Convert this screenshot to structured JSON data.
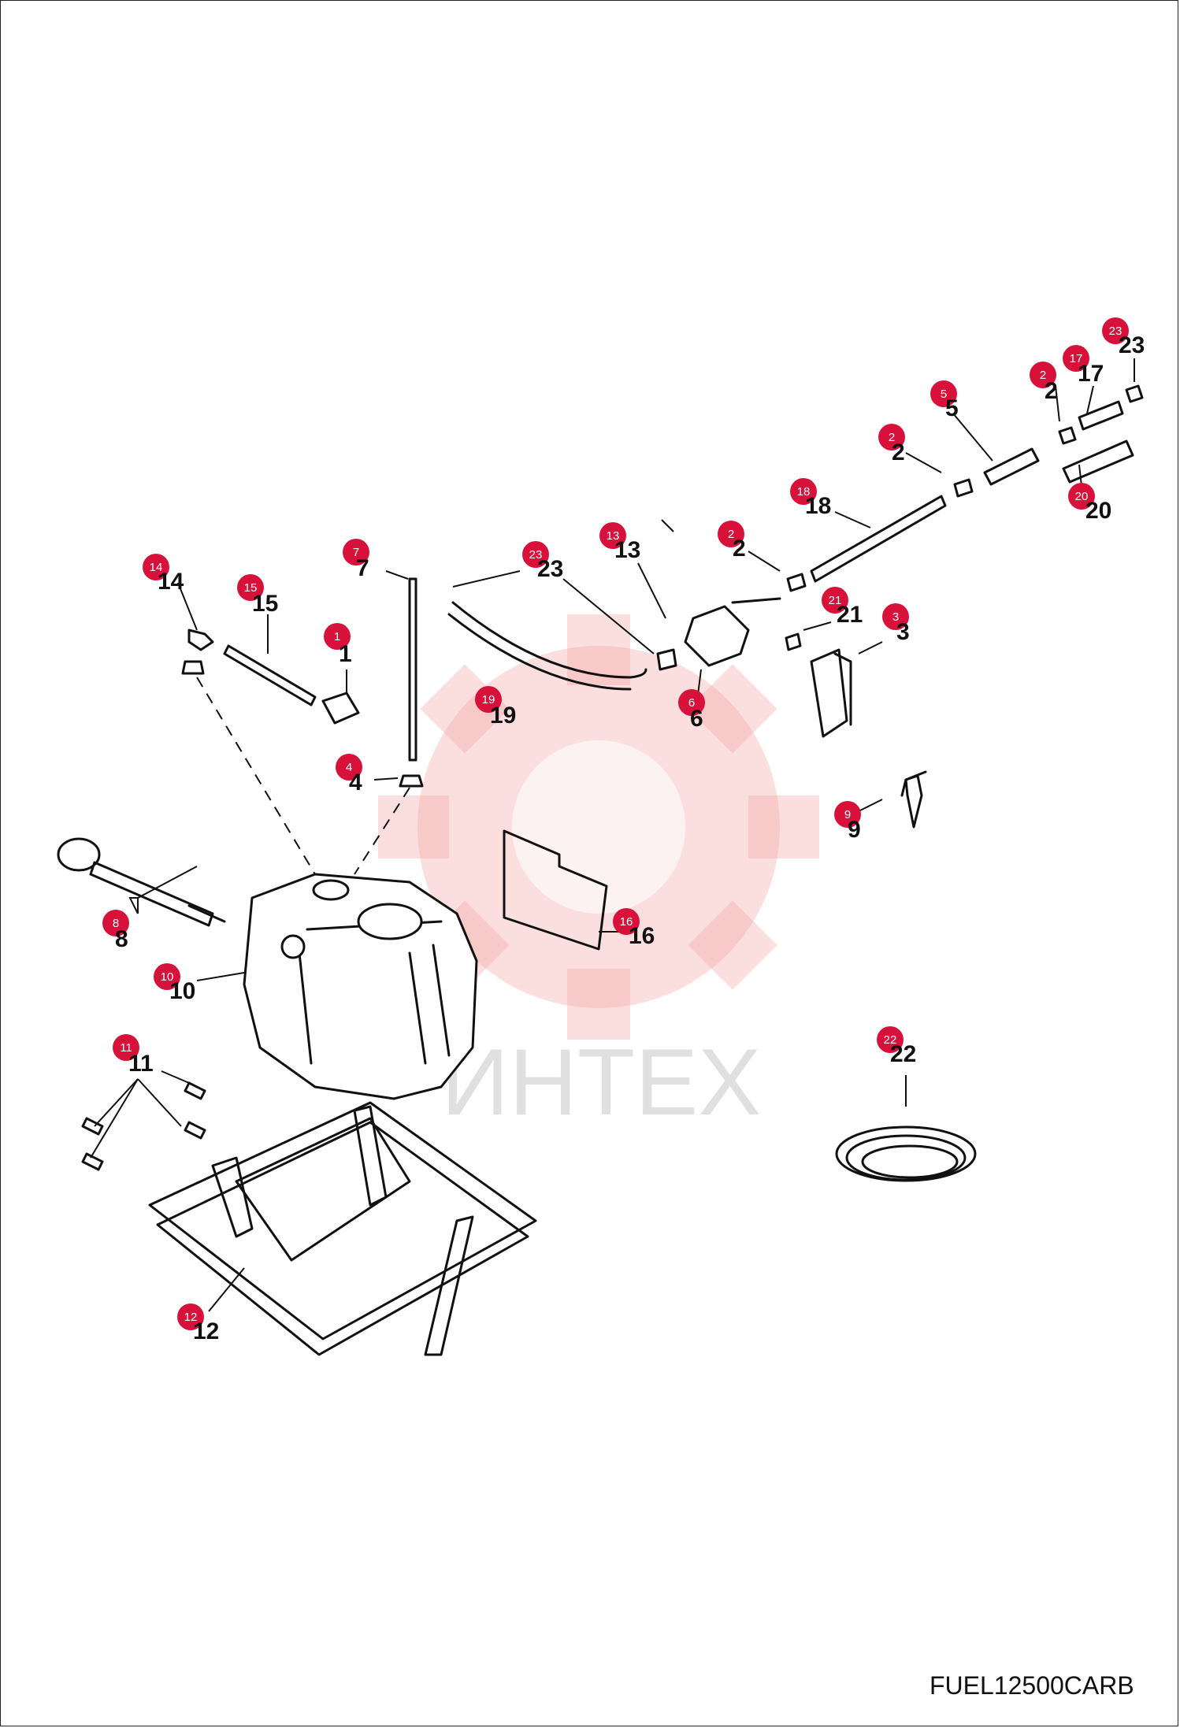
{
  "diagram_code": "FUEL12500CARB",
  "watermark_text": "ИНТЕХ",
  "badge_color": "#d8113a",
  "callouts": [
    {
      "id": "c1",
      "badge": "1",
      "label": "1"
    },
    {
      "id": "c2a",
      "badge": "2",
      "label": "2"
    },
    {
      "id": "c2b",
      "badge": "2",
      "label": "2"
    },
    {
      "id": "c2c",
      "badge": "2",
      "label": "2"
    },
    {
      "id": "c3",
      "badge": "3",
      "label": "3"
    },
    {
      "id": "c4",
      "badge": "4",
      "label": "4"
    },
    {
      "id": "c5",
      "badge": "5",
      "label": "5"
    },
    {
      "id": "c6",
      "badge": "6",
      "label": "6"
    },
    {
      "id": "c7",
      "badge": "7",
      "label": "7"
    },
    {
      "id": "c8",
      "badge": "8",
      "label": "8"
    },
    {
      "id": "c9",
      "badge": "9",
      "label": "9"
    },
    {
      "id": "c10",
      "badge": "10",
      "label": "10"
    },
    {
      "id": "c11",
      "badge": "11",
      "label": "11"
    },
    {
      "id": "c12",
      "badge": "12",
      "label": "12"
    },
    {
      "id": "c13",
      "badge": "13",
      "label": "13"
    },
    {
      "id": "c14",
      "badge": "14",
      "label": "14"
    },
    {
      "id": "c15",
      "badge": "15",
      "label": "15"
    },
    {
      "id": "c16",
      "badge": "16",
      "label": "16"
    },
    {
      "id": "c17",
      "badge": "17",
      "label": "17"
    },
    {
      "id": "c18",
      "badge": "18",
      "label": "18"
    },
    {
      "id": "c19",
      "badge": "19",
      "label": "19"
    },
    {
      "id": "c20",
      "badge": "20",
      "label": "20"
    },
    {
      "id": "c21",
      "badge": "21",
      "label": "21"
    },
    {
      "id": "c22",
      "badge": "22",
      "label": "22"
    },
    {
      "id": "c23a",
      "badge": "23",
      "label": "23"
    },
    {
      "id": "c23b",
      "badge": "23",
      "label": "23"
    },
    {
      "id": "c2d",
      "badge": "2",
      "label": "2"
    }
  ]
}
